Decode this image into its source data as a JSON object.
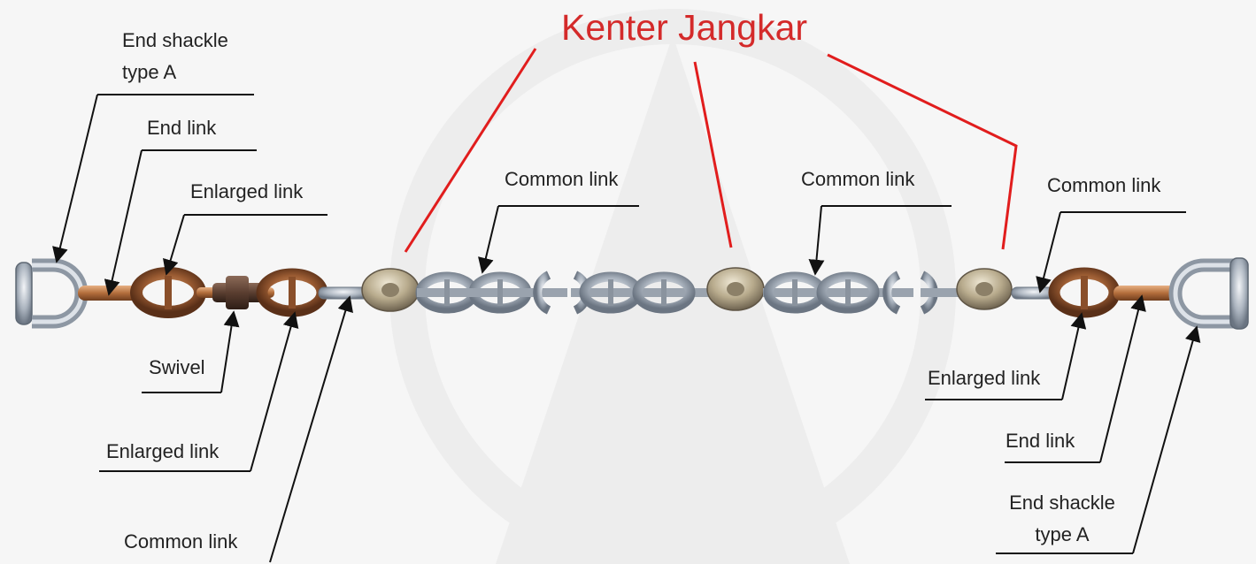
{
  "title": "Kenter Jangkar",
  "labels": {
    "end_shackle_left": "End shackle\ntype A",
    "end_link_left": "End link",
    "enlarged_link_top_left": "Enlarged link",
    "common_link_1": "Common link",
    "common_link_2": "Common link",
    "common_link_3": "Common link",
    "swivel": "Swivel",
    "enlarged_link_bottom_left": "Enlarged link",
    "common_link_bottom": "Common link",
    "enlarged_link_right": "Enlarged link",
    "end_link_right": "End link",
    "end_shackle_right": "End shackle\ntype A"
  },
  "colors": {
    "title": "#d42a2a",
    "callout_red": "#e11d1d",
    "steel": "#a9b2bd",
    "bronze": "#9a5b32",
    "kenter": "#b8ab8d"
  }
}
